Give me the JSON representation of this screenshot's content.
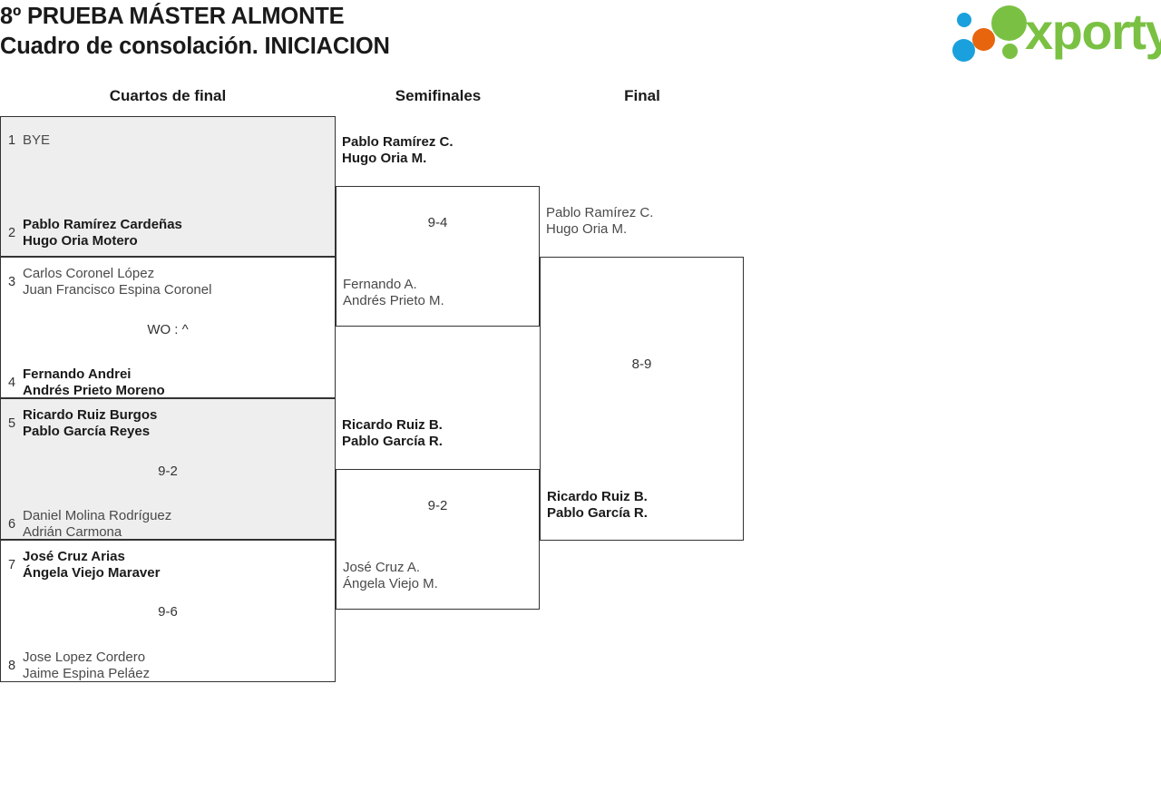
{
  "header": {
    "title_line1": "8º PRUEBA MÁSTER ALMONTE",
    "title_line2": "Cuadro de consolación. INICIACION",
    "logo_text": "xporty",
    "logo_colors": {
      "green": "#7ac143",
      "blue": "#1aa0dd",
      "orange": "#e8650d"
    }
  },
  "rounds": [
    {
      "label": "Cuartos de final"
    },
    {
      "label": "Semifinales"
    },
    {
      "label": "Final"
    }
  ],
  "quarterfinals": [
    {
      "shaded": true,
      "score": "",
      "entries": [
        {
          "seed": "1",
          "winner": false,
          "lines": [
            "BYE"
          ]
        },
        {
          "seed": "2",
          "winner": true,
          "lines": [
            "Pablo Ramírez Cardeñas",
            "Hugo Oria Motero"
          ]
        }
      ]
    },
    {
      "shaded": false,
      "score": "WO : ^",
      "entries": [
        {
          "seed": "3",
          "winner": false,
          "lines": [
            "Carlos Coronel López",
            "Juan Francisco Espina Coronel"
          ]
        },
        {
          "seed": "4",
          "winner": true,
          "lines": [
            "Fernando Andrei",
            "Andrés Prieto Moreno"
          ]
        }
      ]
    },
    {
      "shaded": true,
      "score": "9-2",
      "entries": [
        {
          "seed": "5",
          "winner": true,
          "lines": [
            "Ricardo Ruiz Burgos",
            "Pablo García Reyes"
          ]
        },
        {
          "seed": "6",
          "winner": false,
          "lines": [
            "Daniel Molina Rodríguez",
            "Adrián Carmona"
          ]
        }
      ]
    },
    {
      "shaded": false,
      "score": "9-6",
      "entries": [
        {
          "seed": "7",
          "winner": true,
          "lines": [
            "José Cruz Arias",
            "Ángela Viejo Maraver"
          ]
        },
        {
          "seed": "8",
          "winner": false,
          "lines": [
            "Jose Lopez Cordero",
            "Jaime Espina Peláez"
          ]
        }
      ]
    }
  ],
  "semifinals": [
    {
      "score": "9-4",
      "top": {
        "winner": true,
        "lines": [
          "Pablo Ramírez C.",
          "Hugo Oria M."
        ]
      },
      "bottom": {
        "winner": false,
        "lines": [
          "Fernando A.",
          "Andrés Prieto M."
        ]
      }
    },
    {
      "score": "9-2",
      "top": {
        "winner": true,
        "lines": [
          "Ricardo Ruiz B.",
          "Pablo García R."
        ]
      },
      "bottom": {
        "winner": false,
        "lines": [
          "José Cruz A.",
          "Ángela Viejo M."
        ]
      }
    }
  ],
  "final": {
    "score": "8-9",
    "top": {
      "winner": false,
      "lines": [
        "Pablo Ramírez C.",
        "Hugo Oria M."
      ]
    },
    "bottom": {
      "winner": true,
      "lines": [
        "Ricardo Ruiz B.",
        "Pablo García R."
      ]
    }
  }
}
